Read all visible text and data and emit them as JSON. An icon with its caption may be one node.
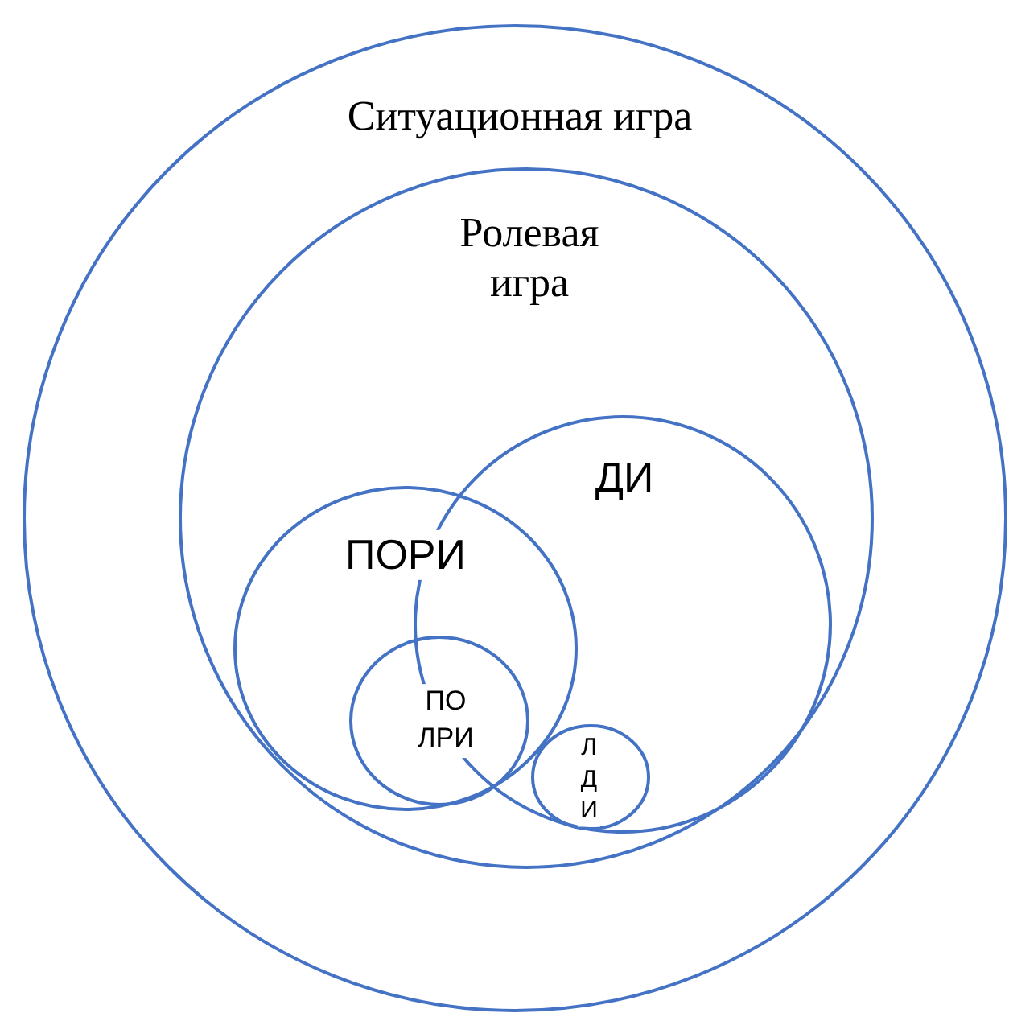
{
  "diagram": {
    "nodes": [
      {
        "text": [
          "Ситуационная игра"
        ]
      },
      {
        "text": [
          "Ролевая игра"
        ],
        "in": 0
      },
      {
        "text": [
          "ДИ"
        ],
        "in": 1
      },
      {
        "text": [
          "ПОРИ"
        ],
        "in": 1
      },
      {
        "text": [
          "ПО ЛРИ"
        ],
        "in": 3
      },
      {
        "text": [
          "Л Д И"
        ],
        "in": 2
      }
    ]
  }
}
